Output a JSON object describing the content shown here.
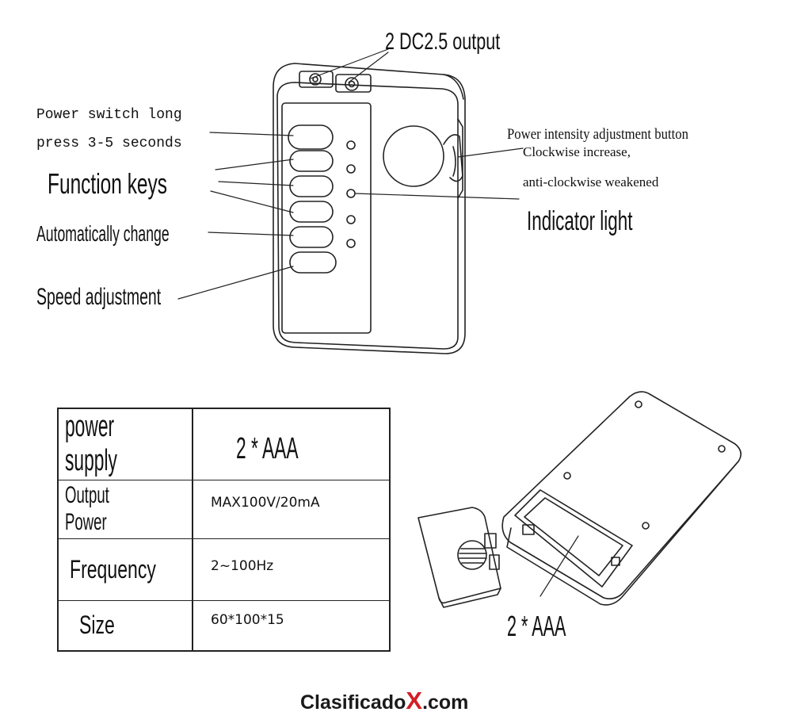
{
  "labels": {
    "output": "2 DC2.5 output",
    "power_switch_line1": "Power switch long",
    "power_switch_line2": "press 3-5 seconds",
    "function_keys": "Function keys",
    "auto_change": "Automatically change",
    "speed": "Speed adjustment",
    "intensity": "Power intensity adjustment button",
    "clockwise": "Clockwise increase,",
    "anticlockwise": "anti-clockwise weakened",
    "indicator": "Indicator light",
    "battery": "2 * AAA"
  },
  "specs": [
    {
      "key": "power supply",
      "value": "2 * AAA"
    },
    {
      "key": "Output Power",
      "value": "MAX100V/20mA"
    },
    {
      "key": "Frequency",
      "value": "2~100Hz"
    },
    {
      "key": "Size",
      "value": "60*100*15"
    }
  ],
  "watermark": {
    "brand": "Clasificado",
    "x": "X",
    "suffix": ".com"
  },
  "colors": {
    "line": "#222222",
    "watermark_accent": "#d21f26"
  }
}
